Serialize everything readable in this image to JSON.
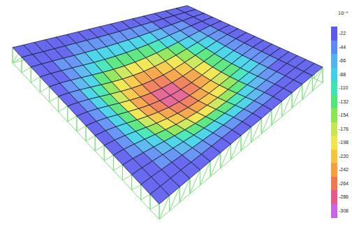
{
  "diagram": {
    "labels": [
      "10⁻⁶"
    ],
    "legend": [
      {
        "text": "-22",
        "color": "#5a5af0"
      },
      {
        "text": "-44",
        "color": "#5a8cf5"
      },
      {
        "text": "-66",
        "color": "#50b4f0"
      },
      {
        "text": "-88",
        "color": "#3cd2e6"
      },
      {
        "text": "-110",
        "color": "#3ce6b4"
      },
      {
        "text": "-132",
        "color": "#50e678"
      },
      {
        "text": "-154",
        "color": "#8ce650"
      },
      {
        "text": "-176",
        "color": "#c8e650"
      },
      {
        "text": "-198",
        "color": "#f0e646"
      },
      {
        "text": "-220",
        "color": "#f5c83c"
      },
      {
        "text": "-242",
        "color": "#f5a03c"
      },
      {
        "text": "-264",
        "color": "#f07850"
      },
      {
        "text": "-286",
        "color": "#e65a8c"
      },
      {
        "text": "-308",
        "color": "#c864e6"
      }
    ]
  }
}
